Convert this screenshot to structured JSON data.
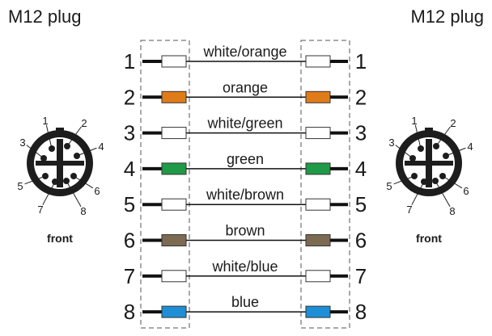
{
  "plug_left": {
    "title": "M12 plug",
    "front_label": "front"
  },
  "plug_right": {
    "title": "M12 plug",
    "front_label": "front"
  },
  "connector_pins": [
    "1",
    "2",
    "3",
    "4",
    "5",
    "6",
    "7",
    "8"
  ],
  "wires": [
    {
      "pin": "1",
      "label": "white/orange",
      "color": "#ffffff"
    },
    {
      "pin": "2",
      "label": "orange",
      "color": "#e07b1a"
    },
    {
      "pin": "3",
      "label": "white/green",
      "color": "#ffffff"
    },
    {
      "pin": "4",
      "label": "green",
      "color": "#1f9a47"
    },
    {
      "pin": "5",
      "label": "white/brown",
      "color": "#ffffff"
    },
    {
      "pin": "6",
      "label": "brown",
      "color": "#7d6a52"
    },
    {
      "pin": "7",
      "label": "white/blue",
      "color": "#ffffff"
    },
    {
      "pin": "8",
      "label": "blue",
      "color": "#1e8fd6"
    }
  ]
}
